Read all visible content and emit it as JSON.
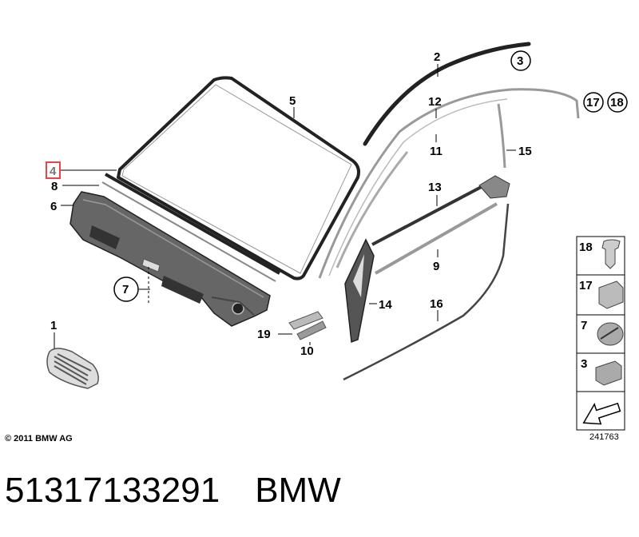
{
  "callouts": {
    "c1": "1",
    "c2": "2",
    "c3": "3",
    "c4": "4",
    "c5": "5",
    "c6": "6",
    "c7": "7",
    "c8": "8",
    "c9": "9",
    "c10": "10",
    "c11": "11",
    "c12": "12",
    "c13": "13",
    "c14": "14",
    "c15": "15",
    "c16": "16",
    "c17": "17",
    "c18": "18",
    "c19": "19"
  },
  "legend": {
    "item18": "18",
    "item17": "17",
    "item7": "7",
    "item3": "3"
  },
  "copyright": "© 2011 BMW AG",
  "diagram_number": "241763",
  "footer": {
    "part_number": "51317133291",
    "brand": "BMW"
  },
  "colors": {
    "highlight": "#e8444a",
    "part_gray": "#777777",
    "dark_part": "#333333"
  }
}
